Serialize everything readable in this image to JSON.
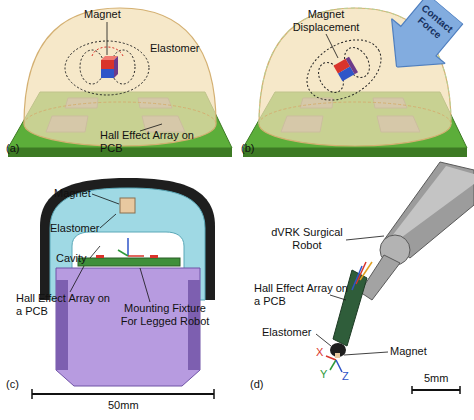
{
  "diagram": {
    "nodes": [
      {
        "text": [
          "Contact Force"
        ]
      }
    ],
    "labels": [
      "Magnet",
      "Elastomer",
      "Hall Effect Array on PCB",
      "(a)",
      "Magnet Displacement",
      "(b)",
      "Magnet",
      "Elastomer",
      "Cavity",
      "Hall Effect Array on a PCB",
      "Mounting Fixture For Legged Robot",
      "50mm",
      "(c)",
      "dVRK Surgical Robot",
      "Hall Effect Array on a PCB",
      "Elastomer",
      "Magnet",
      "5mm",
      "(d)",
      "X",
      "Y",
      "Z"
    ]
  }
}
